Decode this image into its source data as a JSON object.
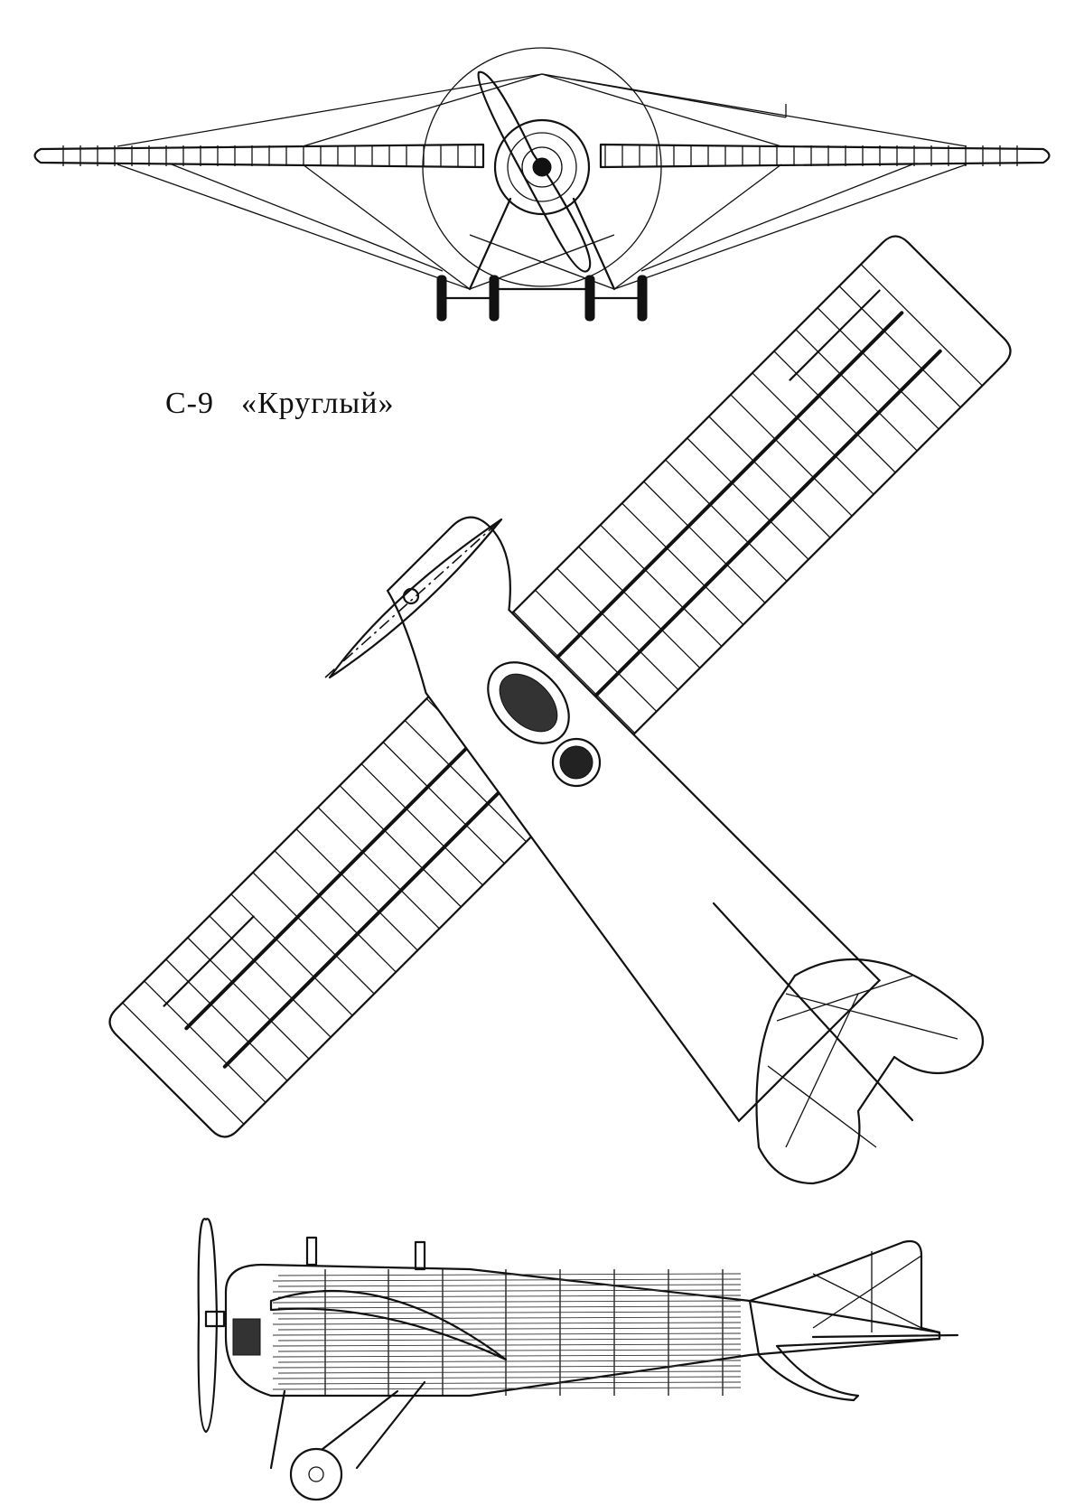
{
  "caption": {
    "designation": "С-9",
    "name": "«Круглый»"
  },
  "views": [
    {
      "view": "front",
      "icon": "aircraft-front-view-icon"
    },
    {
      "view": "top",
      "icon": "aircraft-top-view-icon"
    },
    {
      "view": "side",
      "icon": "aircraft-side-view-icon"
    }
  ],
  "colors": {
    "ink": "#111111",
    "paper": "#ffffff"
  }
}
